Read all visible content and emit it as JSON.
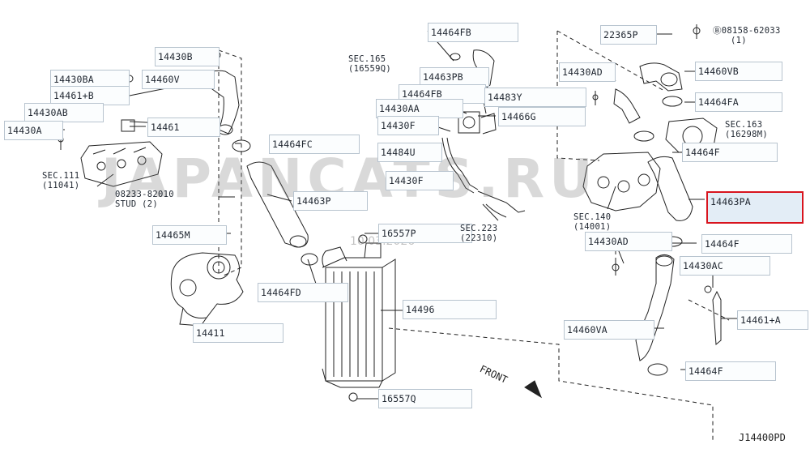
{
  "diagram_code": "J14400PD",
  "watermark": "JAPANCATS.RU",
  "watermark_date": "10.03.2026",
  "front_label": "FRONT",
  "selected_part": "14463PA",
  "part_labels": [
    "14430B",
    "14430BA",
    "14460V",
    "14461+B",
    "14430AB",
    "14430A",
    "14461",
    "14464FC",
    "14463P",
    "14465M",
    "14411",
    "14464FB",
    "14463PB",
    "14464FB",
    "14483Y",
    "14430AA",
    "14466G",
    "14430F",
    "14484U",
    "14430F",
    "16557P",
    "14464FD",
    "14496",
    "16557Q",
    "22365P",
    "14430AD",
    "14460VB",
    "14464FA",
    "14464F",
    "14463PA",
    "14430AD",
    "14464F",
    "14430AC",
    "14461+A",
    "14460VA",
    "14464F"
  ],
  "notes": {
    "sec111": [
      "SEC.111",
      "(11041)"
    ],
    "stud": [
      "08233-82010",
      "STUD (2)"
    ],
    "sec165": [
      "SEC.165",
      "(16559Q)"
    ],
    "sec223": [
      "SEC.223",
      "(22310)"
    ],
    "sec140": [
      "SEC.140",
      "(14001)"
    ],
    "sec163": [
      "SEC.163",
      "(16298M)"
    ],
    "bolt": [
      "Ⓑ08158-62033",
      "(1)"
    ]
  }
}
